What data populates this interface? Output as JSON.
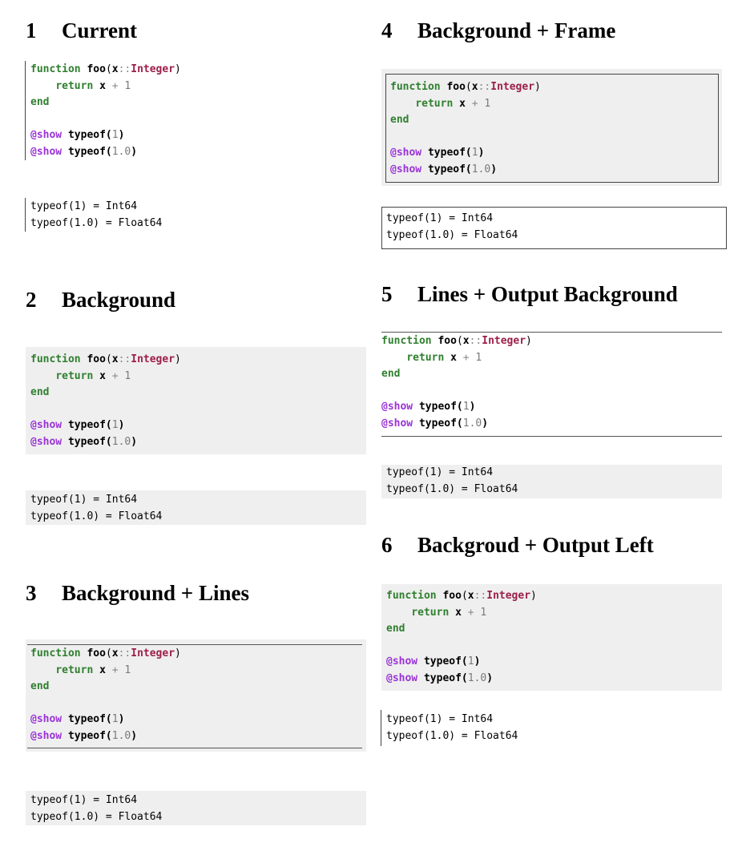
{
  "sections": [
    {
      "number": "1",
      "title": "Current"
    },
    {
      "number": "2",
      "title": "Background"
    },
    {
      "number": "3",
      "title": "Background + Lines"
    },
    {
      "number": "4",
      "title": "Background + Frame"
    },
    {
      "number": "5",
      "title": "Lines + Output Background"
    },
    {
      "number": "6",
      "title": "Backgroud + Output Left"
    }
  ],
  "code": {
    "kw_function": "function",
    "fn_name": "foo",
    "paren_open": "(",
    "arg": "x",
    "dcolon": "::",
    "type": "Integer",
    "paren_close": ")",
    "kw_return": "return",
    "ret_var": "x",
    "plus": "+",
    "one": "1",
    "kw_end": "end",
    "macro": "@show",
    "typeof_call": "typeof(",
    "lit_int": "1",
    "lit_float": "1.0",
    "close": ")"
  },
  "output": {
    "line1": "typeof(1) = Int64",
    "line2": "typeof(1.0) = Float64"
  },
  "colors": {
    "keyword": "#2f7f2f",
    "type": "#9c1f4a",
    "macro": "#9a33d6",
    "literal": "#7a7a7a",
    "background": "#efefef"
  }
}
